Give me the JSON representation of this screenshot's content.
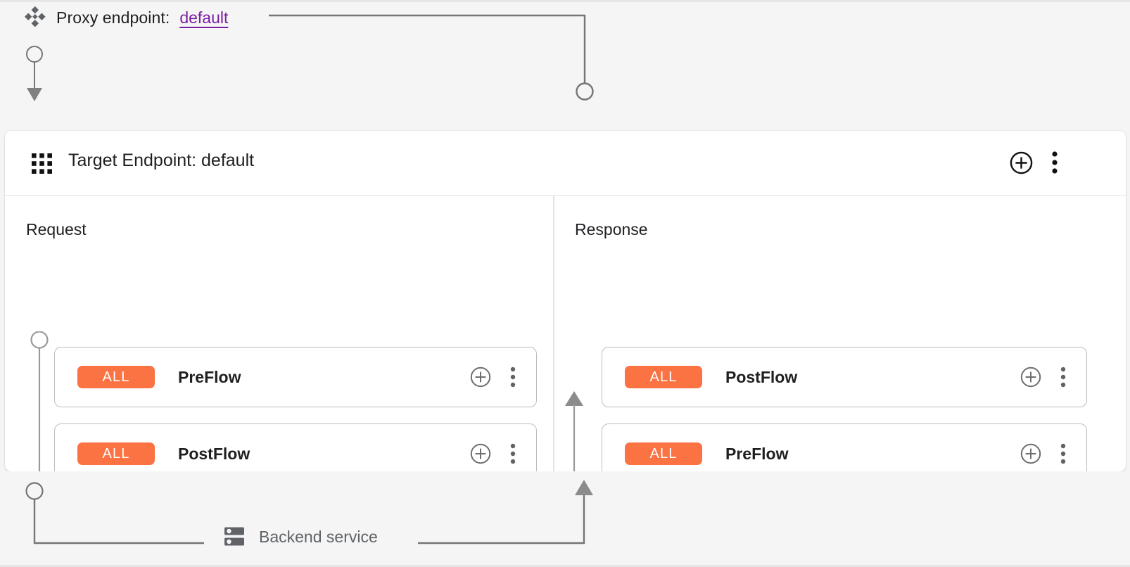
{
  "colors": {
    "page_background": "#f5f5f5",
    "panel_background": "#ffffff",
    "badge_orange": "#fb7243",
    "link_purple": "#7b1fa2",
    "connector_gray": "#757575",
    "divider_gray": "#e4e4e4",
    "card_border_gray": "#bdbdbd",
    "muted_text": "#5f6368"
  },
  "top": {
    "icon": "proxy-endpoint-diamond-icon",
    "label": "Proxy endpoint:",
    "link_text": "default"
  },
  "panel": {
    "icon": "grid-dots-icon",
    "title": "Target Endpoint: default",
    "actions": [
      {
        "name": "add-policy-button",
        "icon": "circle-plus-icon"
      },
      {
        "name": "more-options-button",
        "icon": "vertical-dots-icon"
      }
    ]
  },
  "columns": [
    {
      "key": "request",
      "title": "Request",
      "direction": "down",
      "flows": [
        {
          "badge": "ALL",
          "name": "PreFlow"
        },
        {
          "badge": "ALL",
          "name": "PostFlow"
        }
      ]
    },
    {
      "key": "response",
      "title": "Response",
      "direction": "up",
      "flows": [
        {
          "badge": "ALL",
          "name": "PostFlow"
        },
        {
          "badge": "ALL",
          "name": "PreFlow"
        }
      ]
    }
  ],
  "card_actions": {
    "add": {
      "name": "add-step-button",
      "icon": "circle-plus-icon"
    },
    "more": {
      "name": "step-more-options-button",
      "icon": "vertical-dots-icon"
    }
  },
  "bottom": {
    "icon": "server-rack-icon",
    "label": "Backend service"
  }
}
